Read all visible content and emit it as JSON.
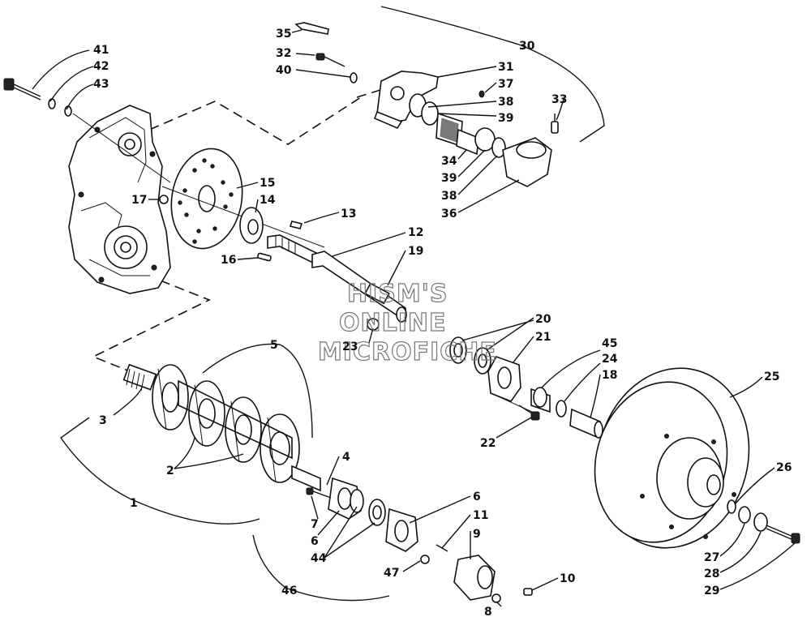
{
  "callouts": [
    "1",
    "2",
    "3",
    "4",
    "5",
    "6",
    "7",
    "8",
    "9",
    "10",
    "11",
    "12",
    "13",
    "14",
    "15",
    "16",
    "17",
    "18",
    "19",
    "20",
    "21",
    "22",
    "23",
    "24",
    "25",
    "26",
    "27",
    "28",
    "29",
    "30",
    "31",
    "32",
    "33",
    "34",
    "35",
    "36",
    "37",
    "38",
    "39",
    "40",
    "41",
    "42",
    "43",
    "44",
    "45",
    "46",
    "47"
  ],
  "watermark": {
    "line1": "HISM'S",
    "line2": "ONLINE",
    "line3": "MICROFICHE"
  }
}
